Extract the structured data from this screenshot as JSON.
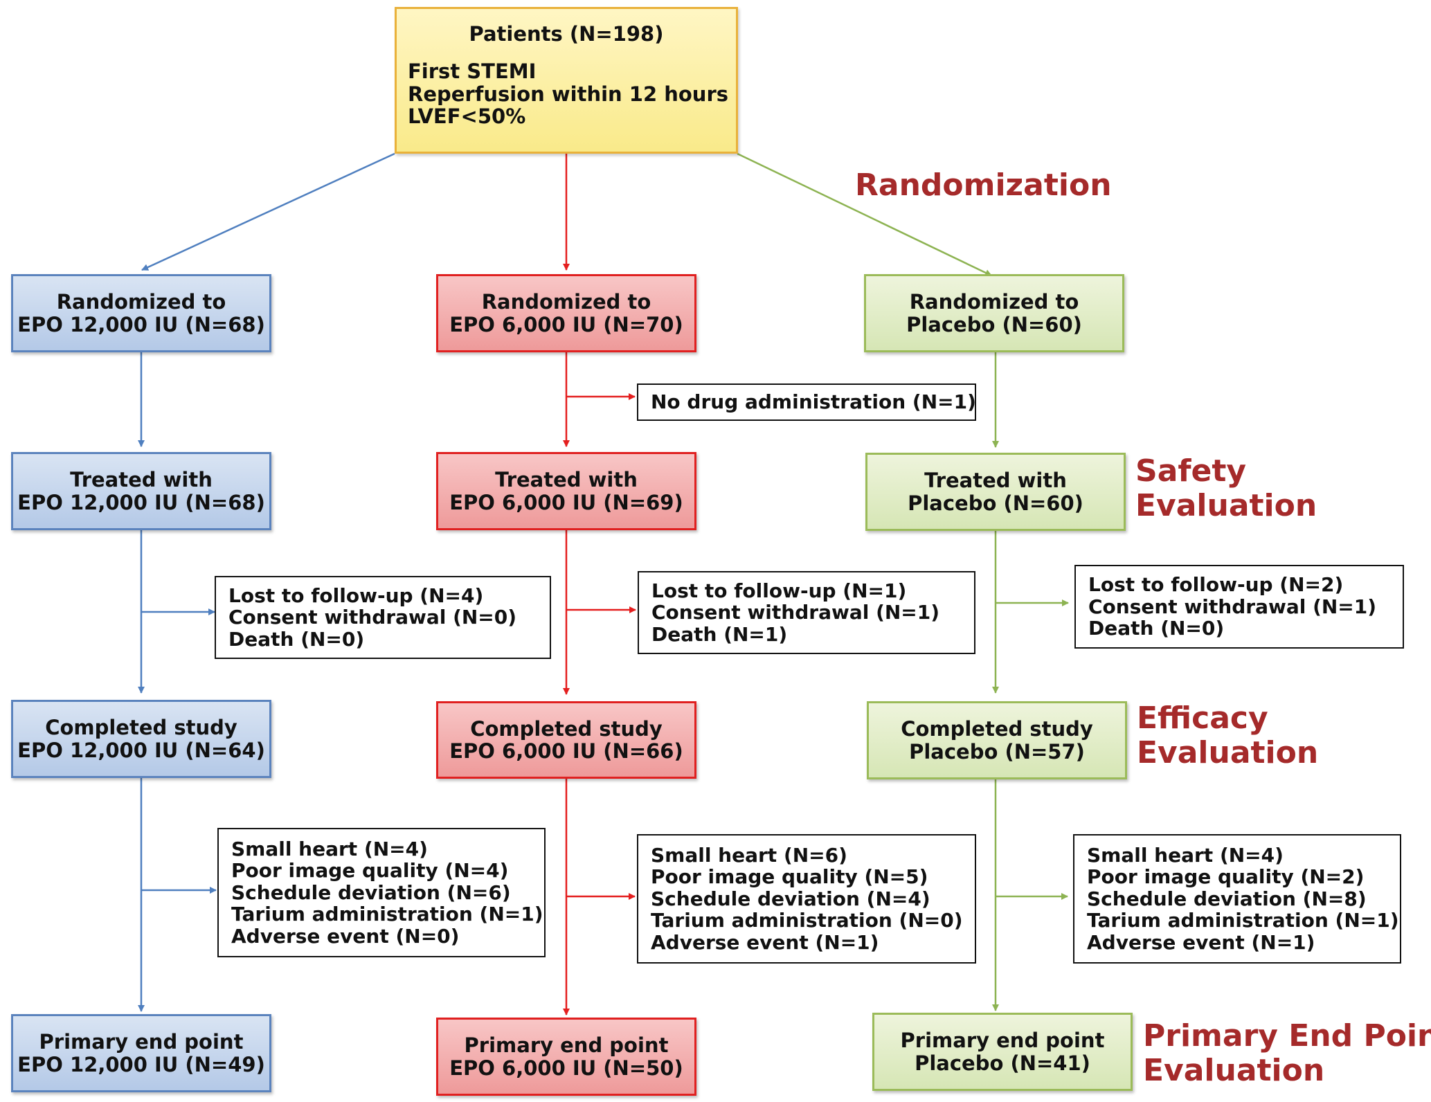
{
  "colors": {
    "blue_arm": "#4f7fbf",
    "red_arm": "#e41e1e",
    "green_arm": "#8db352",
    "stage_label": "#a52a2a"
  },
  "patients": {
    "title": "Patients (N=198)",
    "criteria": [
      "First STEMI",
      "Reperfusion within 12 hours",
      "LVEF<50%"
    ]
  },
  "stage_labels": {
    "randomization": [
      "Randomization"
    ],
    "safety": [
      "Safety",
      "Evaluation"
    ],
    "efficacy": [
      "Efficacy",
      "Evaluation"
    ],
    "primary": [
      "Primary End Point",
      "Evaluation"
    ]
  },
  "arms": [
    {
      "randomized": [
        "Randomized to",
        "EPO 12,000 IU (N=68)"
      ],
      "treated": [
        "Treated with",
        "EPO 12,000 IU (N=68)"
      ],
      "completed": [
        "Completed study",
        "EPO 12,000 IU (N=64)"
      ],
      "primary": [
        "Primary end point",
        "EPO 12,000 IU (N=49)"
      ],
      "excluded_followup": [
        "Lost to follow-up (N=4)",
        "Consent withdrawal (N=0)",
        "Death (N=0)"
      ],
      "excluded_analysis": [
        "Small heart (N=4)",
        "Poor image quality (N=4)",
        "Schedule deviation (N=6)",
        "Tarium administration (N=1)",
        "Adverse event (N=0)"
      ]
    },
    {
      "randomized": [
        "Randomized to",
        "EPO 6,000 IU (N=70)"
      ],
      "no_drug": [
        "No drug administration (N=1)"
      ],
      "treated": [
        "Treated with",
        "EPO 6,000 IU (N=69)"
      ],
      "completed": [
        "Completed study",
        "EPO 6,000 IU (N=66)"
      ],
      "primary": [
        "Primary end point",
        "EPO 6,000 IU (N=50)"
      ],
      "excluded_followup": [
        "Lost to follow-up (N=1)",
        "Consent withdrawal (N=1)",
        "Death (N=1)"
      ],
      "excluded_analysis": [
        "Small heart (N=6)",
        "Poor image quality (N=5)",
        "Schedule deviation (N=4)",
        "Tarium administration (N=0)",
        "Adverse event (N=1)"
      ]
    },
    {
      "randomized": [
        "Randomized to",
        "Placebo (N=60)"
      ],
      "treated": [
        "Treated with",
        "Placebo (N=60)"
      ],
      "completed": [
        "Completed study",
        "Placebo (N=57)"
      ],
      "primary": [
        "Primary end point",
        "Placebo (N=41)"
      ],
      "excluded_followup": [
        "Lost to follow-up (N=2)",
        "Consent withdrawal (N=1)",
        "Death (N=0)"
      ],
      "excluded_analysis": [
        "Small heart (N=4)",
        "Poor image quality (N=2)",
        "Schedule deviation (N=8)",
        "Tarium administration (N=1)",
        "Adverse event (N=1)"
      ]
    }
  ]
}
